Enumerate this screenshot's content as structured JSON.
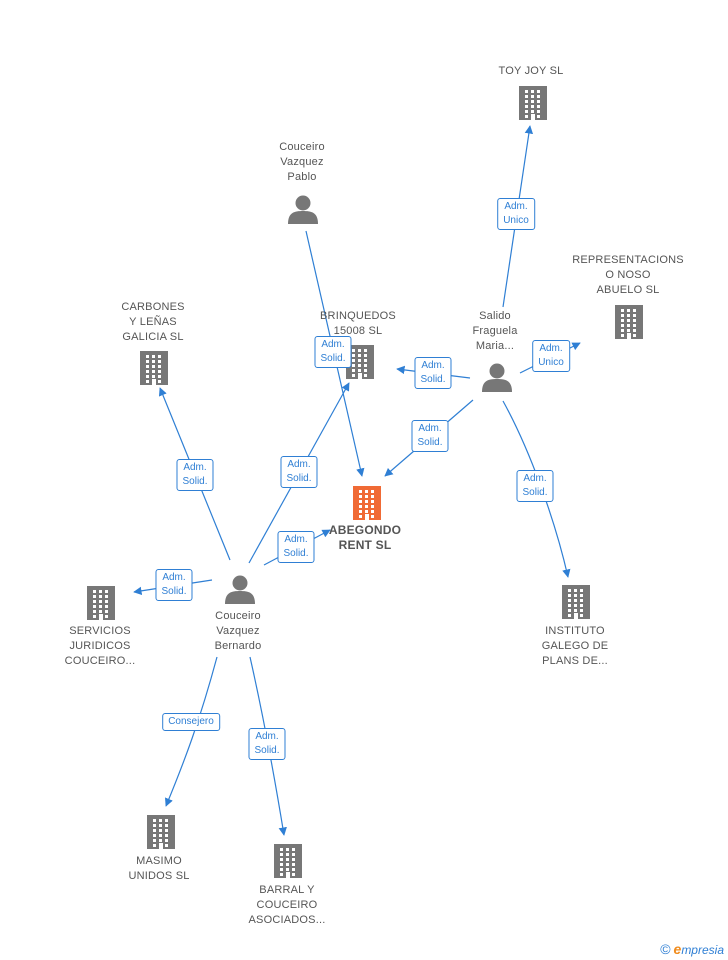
{
  "colors": {
    "accent": "#2f7fd4",
    "main_company": "#f06a35",
    "icon": "#777777"
  },
  "nodes": [
    {
      "id": "toy-joy",
      "type": "company",
      "lines": [
        "TOY JOY  SL"
      ]
    },
    {
      "id": "couceiro-pablo",
      "type": "person",
      "lines": [
        "Couceiro",
        "Vazquez",
        "Pablo"
      ]
    },
    {
      "id": "representaciones",
      "type": "company",
      "lines": [
        "REPRESENTACIONS",
        "O NOSO",
        "ABUELO  SL"
      ]
    },
    {
      "id": "carbones",
      "type": "company",
      "lines": [
        "CARBONES",
        "Y LEÑAS",
        "GALICIA  SL"
      ]
    },
    {
      "id": "brinquedos",
      "type": "company",
      "lines": [
        "BRINQUEDOS",
        "15008  SL"
      ]
    },
    {
      "id": "salido",
      "type": "person",
      "lines": [
        "Salido",
        "Fraguela",
        "Maria..."
      ]
    },
    {
      "id": "abegondo",
      "type": "main",
      "lines": [
        "ABEGONDO",
        "RENT  SL"
      ]
    },
    {
      "id": "servicios",
      "type": "company",
      "lines": [
        "SERVICIOS",
        "JURIDICOS",
        "COUCEIRO..."
      ]
    },
    {
      "id": "couceiro-bernardo",
      "type": "person",
      "lines": [
        "Couceiro",
        "Vazquez",
        "Bernardo"
      ]
    },
    {
      "id": "instituto",
      "type": "company",
      "lines": [
        "INSTITUTO",
        "GALEGO DE",
        "PLANS DE..."
      ]
    },
    {
      "id": "masimo",
      "type": "company",
      "lines": [
        "MASIMO",
        "UNIDOS SL"
      ]
    },
    {
      "id": "barral",
      "type": "company",
      "lines": [
        "BARRAL Y",
        "COUCEIRO",
        "ASOCIADOS..."
      ]
    }
  ],
  "edges": [
    {
      "from": "salido",
      "to": "toy-joy",
      "label": [
        "Adm.",
        "Unico"
      ]
    },
    {
      "from": "salido",
      "to": "representaciones",
      "label": [
        "Adm.",
        "Unico"
      ]
    },
    {
      "from": "salido",
      "to": "brinquedos",
      "label": [
        "Adm.",
        "Solid."
      ]
    },
    {
      "from": "salido",
      "to": "abegondo",
      "label": [
        "Adm.",
        "Solid."
      ]
    },
    {
      "from": "salido",
      "to": "instituto",
      "label": [
        "Adm.",
        "Solid."
      ]
    },
    {
      "from": "couceiro-pablo",
      "to": "abegondo",
      "label": [
        "Adm.",
        "Solid."
      ]
    },
    {
      "from": "couceiro-bernardo",
      "to": "carbones",
      "label": [
        "Adm.",
        "Solid."
      ]
    },
    {
      "from": "couceiro-bernardo",
      "to": "brinquedos",
      "label": [
        "Adm.",
        "Solid."
      ]
    },
    {
      "from": "couceiro-bernardo",
      "to": "abegondo",
      "label": [
        "Adm.",
        "Solid."
      ]
    },
    {
      "from": "couceiro-bernardo",
      "to": "servicios",
      "label": [
        "Adm.",
        "Solid."
      ]
    },
    {
      "from": "couceiro-bernardo",
      "to": "masimo",
      "label": [
        "Consejero"
      ]
    },
    {
      "from": "couceiro-bernardo",
      "to": "barral",
      "label": [
        "Adm.",
        "Solid."
      ]
    }
  ],
  "brand": {
    "copyright": "©",
    "first": "e",
    "rest": "mpresia"
  }
}
